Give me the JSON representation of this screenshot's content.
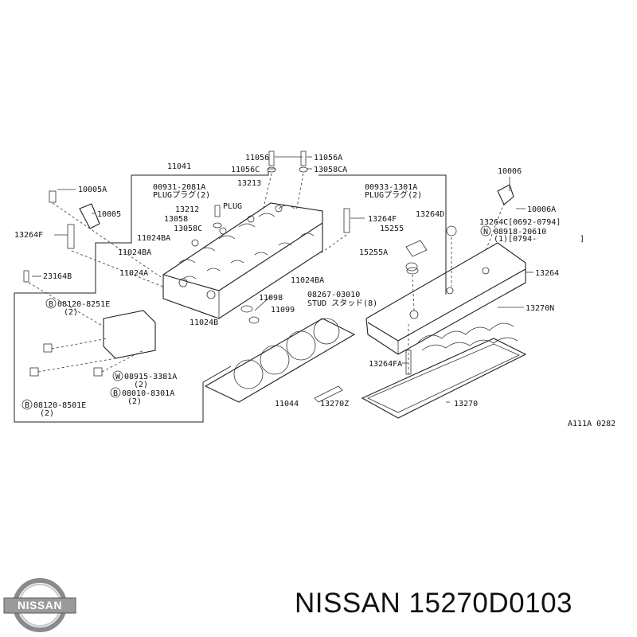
{
  "diagram": {
    "part_labels": [
      "11056",
      "11056A",
      "11056C",
      "13058CA",
      "11041",
      "00931-2081A",
      "PLUGプラグ(2)",
      "13213",
      "00933-1301A",
      "PLUGプラグ(2)",
      "10006",
      "10005A",
      "10005",
      "13212",
      "PLUG",
      "13058",
      "13058C",
      "13264F",
      "15255",
      "13264D",
      "10006A",
      "13264C[0692-0794]",
      "08918-20610",
      "(1)[0794-",
      "]",
      "13264F",
      "11024BA",
      "11024BA",
      "15255A",
      "13264",
      "23164B",
      "11024A",
      "11024BA",
      "08120-8251E",
      "(2)",
      "11098",
      "08267-03010",
      "STUD スタッド(8)",
      "13270N",
      "11099",
      "11024B",
      "13264FA",
      "08915-3381A",
      "(2)",
      "08010-8301A",
      "(2)",
      "11044",
      "13270Z",
      "13270",
      "08120-8501E",
      "(2)",
      "A111A 0282"
    ],
    "circle_markers": [
      "B",
      "W",
      "B",
      "B",
      "N"
    ]
  },
  "brand": {
    "logo_text": "NISSAN",
    "title": "NISSAN 15270D0103"
  }
}
